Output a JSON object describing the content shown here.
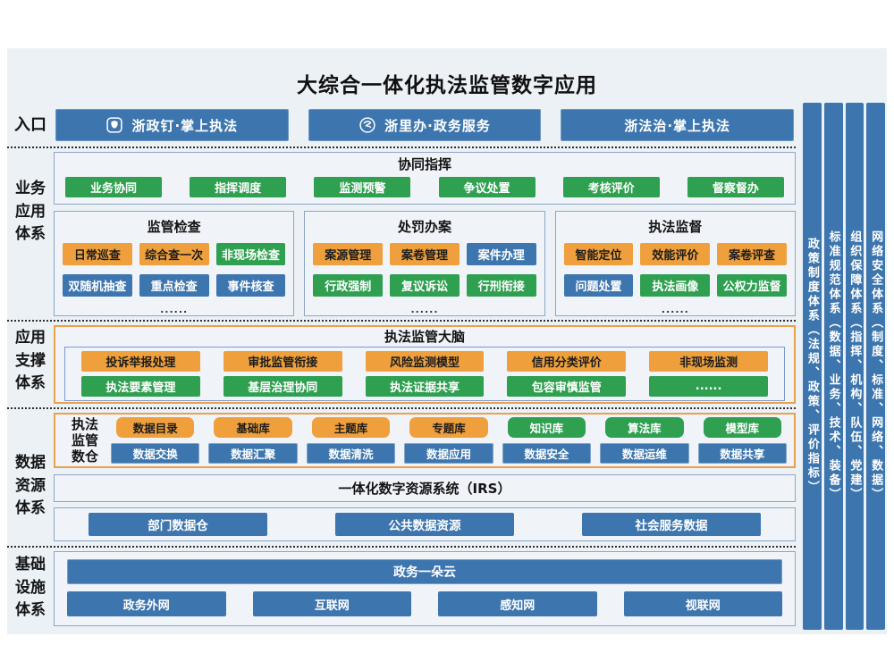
{
  "title": "大综合一体化执法监管数字应用",
  "palette": {
    "blue": "#3d76ae",
    "green": "#2f9f50",
    "orange": "#efa03d",
    "panel_bg": "#ecf1f6",
    "box_bg": "#f0f4f9",
    "box_border": "#8ca6c6",
    "orange_border": "#e8a24b",
    "inner_blue_border": "#7b97cb"
  },
  "left_labels": {
    "entry": "入口",
    "business": "业务\n应用\n体系",
    "support": "应用\n支撑\n体系",
    "data": "数据\n资源\n体系",
    "infra": "基础\n设施\n体系"
  },
  "entry": {
    "items": [
      {
        "label": "浙政钉·掌上执法",
        "icon": "shield-badge-icon"
      },
      {
        "label": "浙里办·政务服务",
        "icon": "circle-swirl-icon"
      },
      {
        "label": "浙法治·掌上执法",
        "icon": ""
      }
    ]
  },
  "business": {
    "command": {
      "title": "协同指挥",
      "items": [
        "业务协同",
        "指挥调度",
        "监测预警",
        "争议处置",
        "考核评价",
        "督察督办"
      ]
    },
    "boxes": [
      {
        "title": "监管检查",
        "row1": [
          {
            "label": "日常巡查",
            "color": "orange"
          },
          {
            "label": "综合查一次",
            "color": "orange"
          },
          {
            "label": "非现场检查",
            "color": "green"
          }
        ],
        "row2": [
          {
            "label": "双随机抽查",
            "color": "blue"
          },
          {
            "label": "重点检查",
            "color": "blue"
          },
          {
            "label": "事件核查",
            "color": "blue"
          }
        ],
        "more": "......"
      },
      {
        "title": "处罚办案",
        "row1": [
          {
            "label": "案源管理",
            "color": "orange"
          },
          {
            "label": "案卷管理",
            "color": "orange"
          },
          {
            "label": "案件办理",
            "color": "blue"
          }
        ],
        "row2": [
          {
            "label": "行政强制",
            "color": "green"
          },
          {
            "label": "复议诉讼",
            "color": "green"
          },
          {
            "label": "行刑衔接",
            "color": "green"
          }
        ],
        "more": "......"
      },
      {
        "title": "执法监督",
        "row1": [
          {
            "label": "智能定位",
            "color": "orange"
          },
          {
            "label": "效能评价",
            "color": "orange"
          },
          {
            "label": "案卷评查",
            "color": "orange"
          }
        ],
        "row2": [
          {
            "label": "问题处置",
            "color": "blue"
          },
          {
            "label": "执法画像",
            "color": "green"
          },
          {
            "label": "公权力监督",
            "color": "green"
          }
        ],
        "more": "......"
      }
    ]
  },
  "support": {
    "title": "执法监管大脑",
    "row1": [
      "投诉举报处理",
      "审批监管衔接",
      "风险监测模型",
      "信用分类评价",
      "非现场监测"
    ],
    "row2": [
      "执法要素管理",
      "基层治理协同",
      "执法证据共享",
      "包容审慎监管",
      "......"
    ]
  },
  "warehouse": {
    "label": "执法\n监管\n数仓",
    "top": [
      {
        "label": "数据目录",
        "color": "orange"
      },
      {
        "label": "基础库",
        "color": "orange"
      },
      {
        "label": "主题库",
        "color": "orange"
      },
      {
        "label": "专题库",
        "color": "orange"
      },
      {
        "label": "知识库",
        "color": "green"
      },
      {
        "label": "算法库",
        "color": "green"
      },
      {
        "label": "模型库",
        "color": "green"
      }
    ],
    "bottom": [
      "数据交换",
      "数据汇聚",
      "数据清洗",
      "数据应用",
      "数据安全",
      "数据运维",
      "数据共享"
    ]
  },
  "irs": {
    "title": "一体化数字资源系统（IRS）"
  },
  "data_sources": [
    "部门数据仓",
    "公共数据资源",
    "社会服务数据"
  ],
  "infrastructure": {
    "cloud": "政务一朵云",
    "networks": [
      "政务外网",
      "互联网",
      "感知网",
      "视联网"
    ]
  },
  "right_bars": [
    "政策制度体系（法规、政策、评价指标）",
    "标准规范体系（数据、业务、技术、装备）",
    "组织保障体系（指挥、机构、队伍、党建）",
    "网络安全体系（制度、标准、网络、数据）"
  ]
}
